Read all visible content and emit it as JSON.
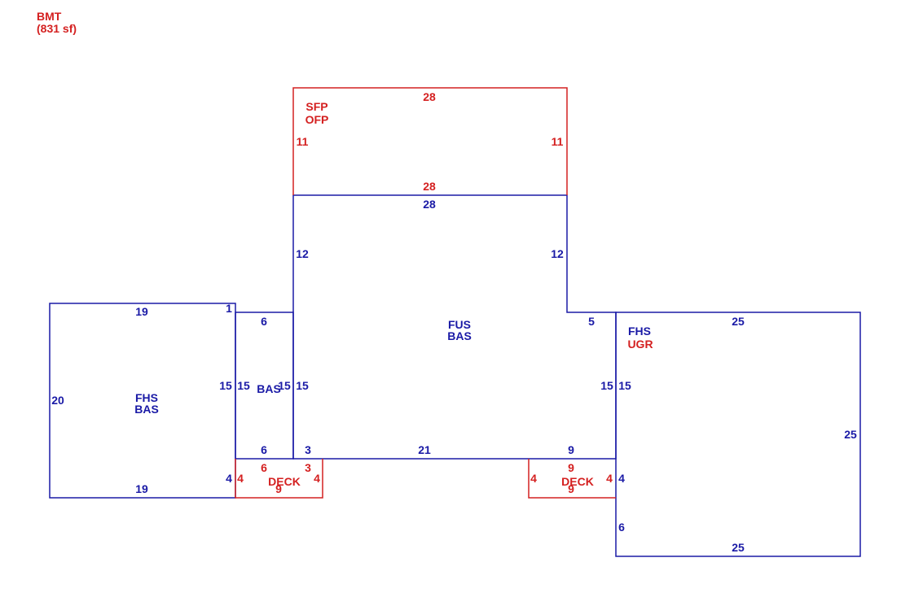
{
  "colors": {
    "blue": "#1a1aa6",
    "red": "#d42020"
  },
  "header": {
    "label": "BMT",
    "area": "(831 sf)"
  },
  "areas": {
    "sfp": {
      "line1": "SFP",
      "line2": "OFP"
    },
    "fus": {
      "line1": "FUS",
      "line2": "BAS"
    },
    "left": {
      "line1": "FHS",
      "line2": "BAS"
    },
    "small": {
      "line1": "BAS"
    },
    "right": {
      "line1": "FHS",
      "line2": "UGR"
    },
    "deck_left": {
      "line1": "DECK"
    },
    "deck_right": {
      "line1": "DECK"
    }
  },
  "dims": {
    "sfp_top": "28",
    "sfp_bottom": "28",
    "sfp_left": "11",
    "sfp_right": "11",
    "fus_top": "28",
    "fus_left": "12",
    "fus_right": "12",
    "fus_left15": "15",
    "fus_right15": "15",
    "fus_step": "5",
    "fus_bot_3": "3",
    "fus_bot_21": "21",
    "fus_bot_9": "9",
    "left_top": "19",
    "left_bottom": "19",
    "left_left": "20",
    "left_right": "15",
    "left_right_4": "4",
    "left_corner": "1",
    "small_top": "6",
    "small_bottom": "6",
    "small_left": "15",
    "small_right": "15",
    "right_top": "25",
    "right_right": "25",
    "right_bottom": "25",
    "right_left": "15",
    "right_left_4": "4",
    "right_left_6": "6",
    "deckl_6": "6",
    "deckl_3": "3",
    "deckl_9": "9",
    "deckl_left": "4",
    "deckl_right": "4",
    "deckr_top": "9",
    "deckr_bottom": "9",
    "deckr_left": "4",
    "deckr_right": "4"
  }
}
